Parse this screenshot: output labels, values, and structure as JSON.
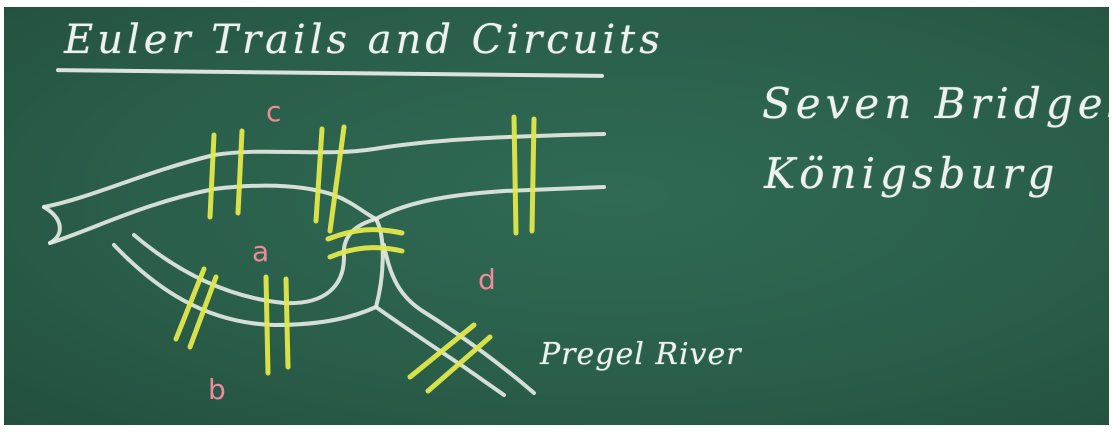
{
  "board": {
    "title": "Euler   Trails and Circuits",
    "side_text_line1": "Seven Bridges of",
    "side_text_line2": "Königsburg",
    "river_label": "Pregel River",
    "labels": {
      "c": "c",
      "a": "a",
      "d": "d",
      "b": "b"
    }
  },
  "colors": {
    "board": "#2a5f4a",
    "chalk": "#eef2ec",
    "bridge": "#e2e84a",
    "label": "#f08a9a"
  }
}
